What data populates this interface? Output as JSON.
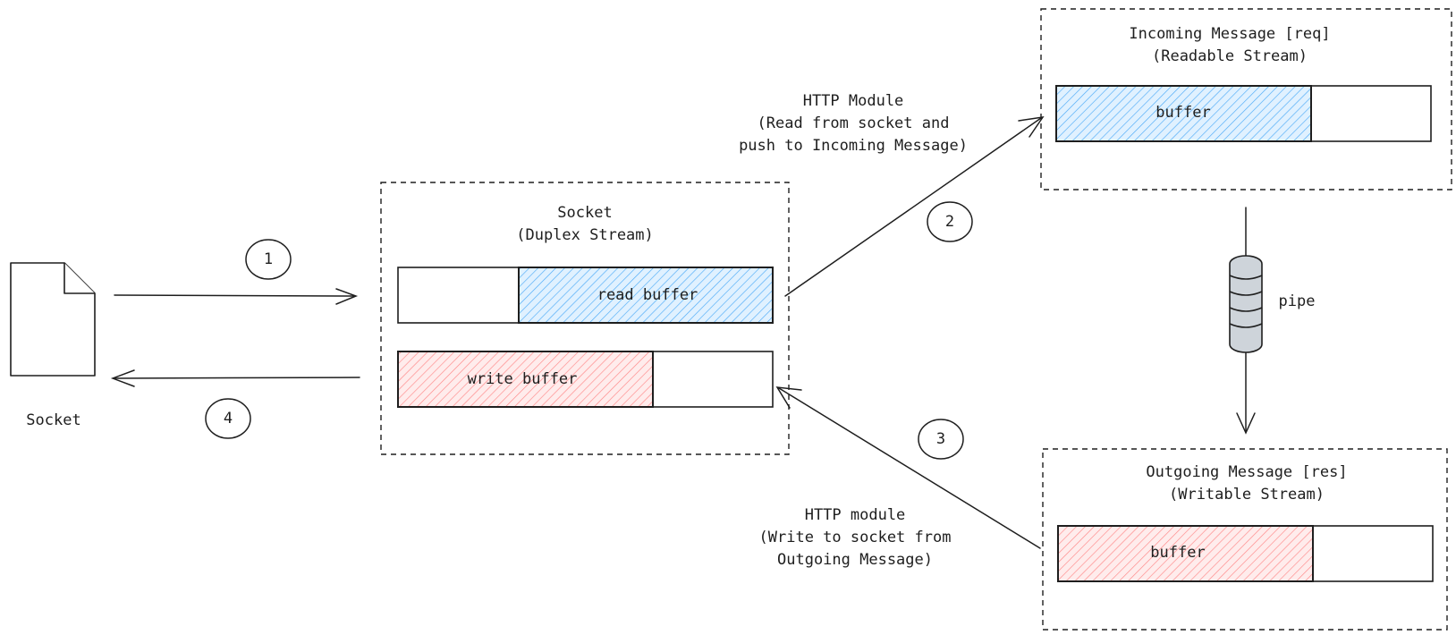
{
  "colors": {
    "stroke": "#1e1e1e",
    "blue_fill": "#a5d8ff",
    "blue_hatch": "#4dabf7",
    "red_fill": "#ffc9c9",
    "red_hatch": "#ff8787",
    "pipe_fill": "#ced4da"
  },
  "client": {
    "label": "Socket",
    "icon": "file-icon"
  },
  "socket": {
    "title": "Socket",
    "subtitle": "(Duplex Stream)",
    "read_buffer": "read buffer",
    "write_buffer": "write buffer"
  },
  "incoming": {
    "title": "Incoming Message [req]",
    "subtitle": "(Readable Stream)",
    "buffer": "buffer"
  },
  "outgoing": {
    "title": "Outgoing Message [res]",
    "subtitle": "(Writable Stream)",
    "buffer": "buffer"
  },
  "pipe": {
    "label": "pipe",
    "icon": "pipe-icon"
  },
  "http_read": {
    "line1": "HTTP Module",
    "line2": "(Read from socket and",
    "line3": "push to Incoming Message)"
  },
  "http_write": {
    "line1": "HTTP module",
    "line2": "(Write to socket from",
    "line3": "Outgoing Message)"
  },
  "steps": {
    "s1": "1",
    "s2": "2",
    "s3": "3",
    "s4": "4"
  }
}
